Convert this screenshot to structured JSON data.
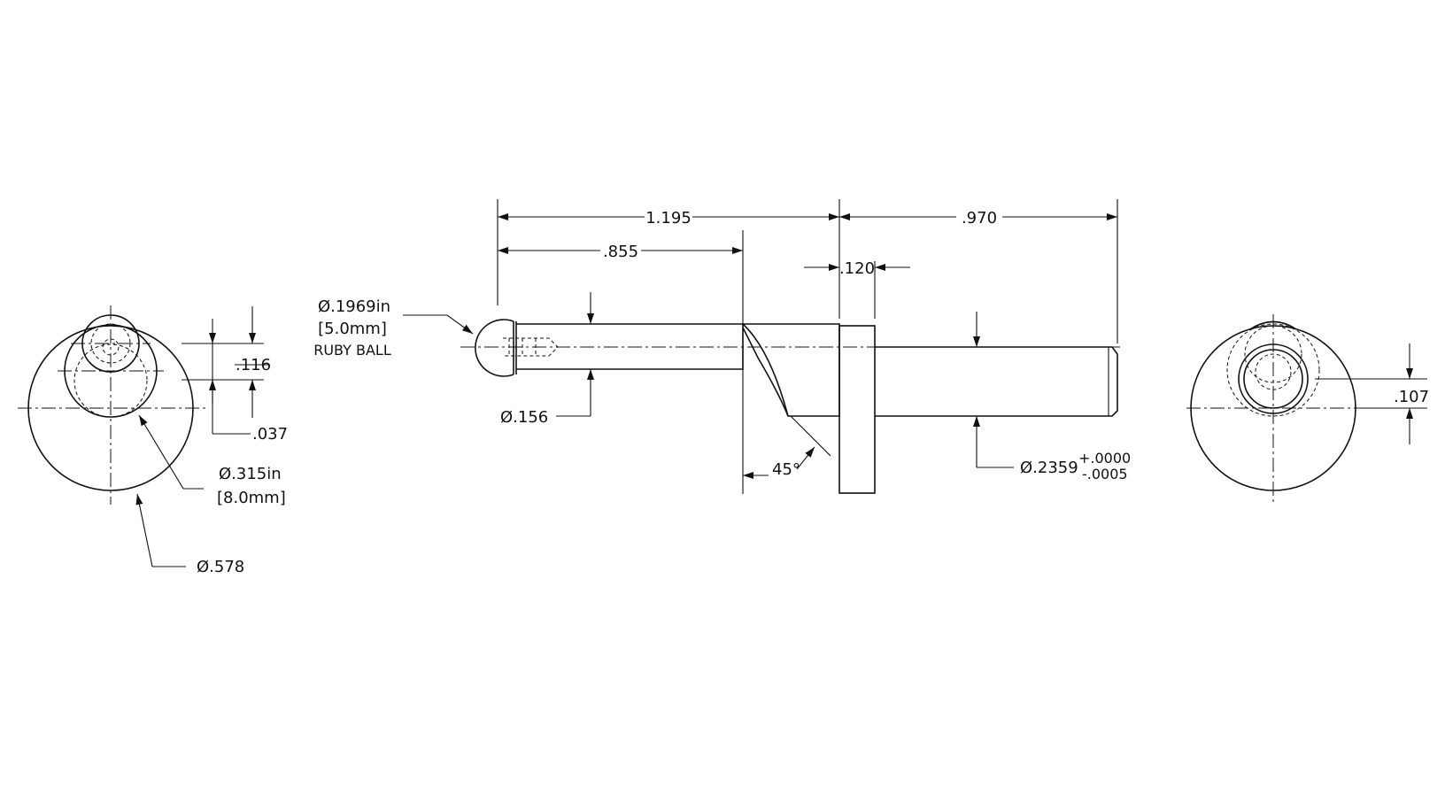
{
  "dimensions": {
    "overall_length": "1.195",
    "shank_length": ".855",
    "flange_width": ".120",
    "body_length": ".970",
    "chamfer_angle": "45°",
    "ball_diameter": "Ø.1969in",
    "ball_diameter_mm": "[5.0mm]",
    "ball_label": "RUBY BALL",
    "shank_diameter": "Ø.156",
    "body_diameter": "Ø.2359",
    "body_tol_plus": "+.0000",
    "body_tol_minus": "-.0005",
    "left_offset_top": ".116",
    "left_offset_bottom": ".037",
    "left_inner_diameter": "Ø.315in",
    "left_inner_diameter_mm": "[8.0mm]",
    "left_outer_diameter": "Ø.578",
    "right_offset": ".107"
  }
}
